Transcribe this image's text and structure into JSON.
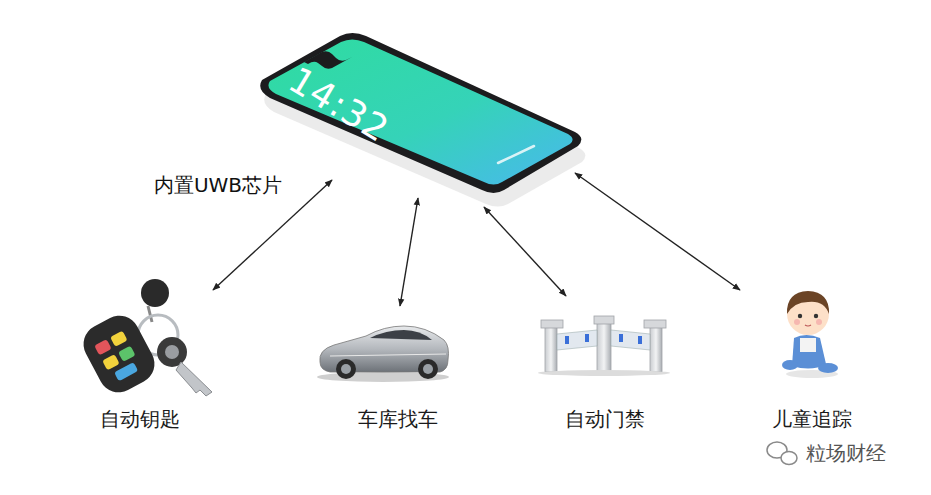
{
  "diagram": {
    "nodes": [
      {
        "text": [
          "14:32"
        ]
      },
      {
        "text": [
          "自动钥匙"
        ]
      },
      {
        "text": [
          "车库找车"
        ]
      },
      {
        "text": [
          "自动门禁"
        ]
      },
      {
        "text": [
          "儿童追踪"
        ]
      }
    ],
    "edges": [
      {
        "from": 0,
        "to": 1,
        "arrow": "both"
      },
      {
        "from": 0,
        "to": 2,
        "arrow": "both"
      },
      {
        "from": 0,
        "to": 3,
        "arrow": "both"
      },
      {
        "from": 0,
        "to": 4,
        "arrow": "both"
      }
    ],
    "labels": [
      "内置UWB芯片",
      "粒场财经"
    ]
  }
}
